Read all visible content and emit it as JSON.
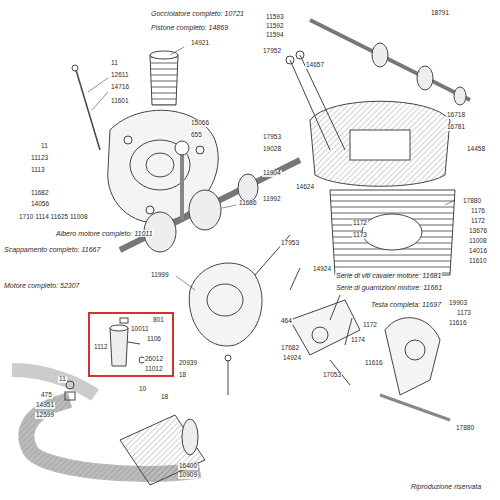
{
  "diagram": {
    "nodes": [
      {
        "text": [
          "801",
          "10011",
          "1106",
          "1112",
          "26012",
          "11012"
        ]
      }
    ],
    "labels": [
      "Gocciolatore completo: 10721",
      "Pistone completo: 14869",
      "Albero motore completo: 11011",
      "Scappamento completo: 11667",
      "Motore completo: 52307",
      "Serie di viti cavaier motore: 11681",
      "Serie di guarnizioni motore: 11661",
      "Testa completa: 11697",
      "Riproduzione riservata",
      "11",
      "12611",
      "14716",
      "11601",
      "14921",
      "15066",
      "655",
      "11",
      "11123",
      "1113",
      "11682",
      "14056",
      "1710 1114 11625 11008",
      "11686",
      "11999",
      "17953",
      "14924",
      "11593",
      "11592",
      "11594",
      "17952",
      "14657",
      "17953",
      "19028",
      "11904",
      "14624",
      "11992",
      "18791",
      "16718",
      "16781",
      "14458",
      "17880",
      "1176",
      "1172",
      "13676",
      "11008",
      "14016",
      "11610",
      "1172",
      "1173",
      "19903",
      "1173",
      "11616",
      "17880",
      "16400",
      "10909",
      "20939",
      "18",
      "464",
      "17682",
      "14924",
      "17053",
      "1172",
      "1174",
      "11616",
      "11",
      "475",
      "14951",
      "12599",
      "10",
      "18"
    ]
  }
}
